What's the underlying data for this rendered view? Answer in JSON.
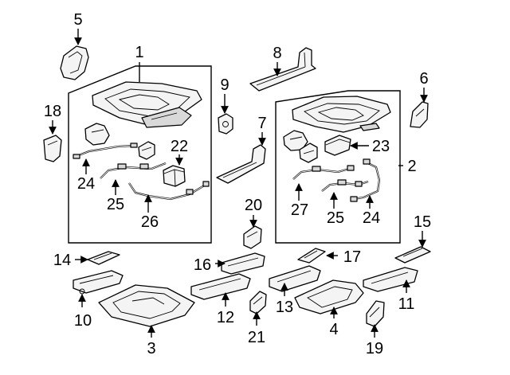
{
  "diagram": {
    "callouts": {
      "c1": "1",
      "c2": "2",
      "c3": "3",
      "c4": "4",
      "c5": "5",
      "c6": "6",
      "c7": "7",
      "c8": "8",
      "c9": "9",
      "c10": "10",
      "c11": "11",
      "c12": "12",
      "c13": "13",
      "c14": "14",
      "c15": "15",
      "c16": "16",
      "c17": "17",
      "c18": "18",
      "c19": "19",
      "c20": "20",
      "c21": "21",
      "c22": "22",
      "c23": "23",
      "c24a": "24",
      "c24b": "24",
      "c25a": "25",
      "c25b": "25",
      "c26": "26",
      "c27": "27"
    }
  }
}
